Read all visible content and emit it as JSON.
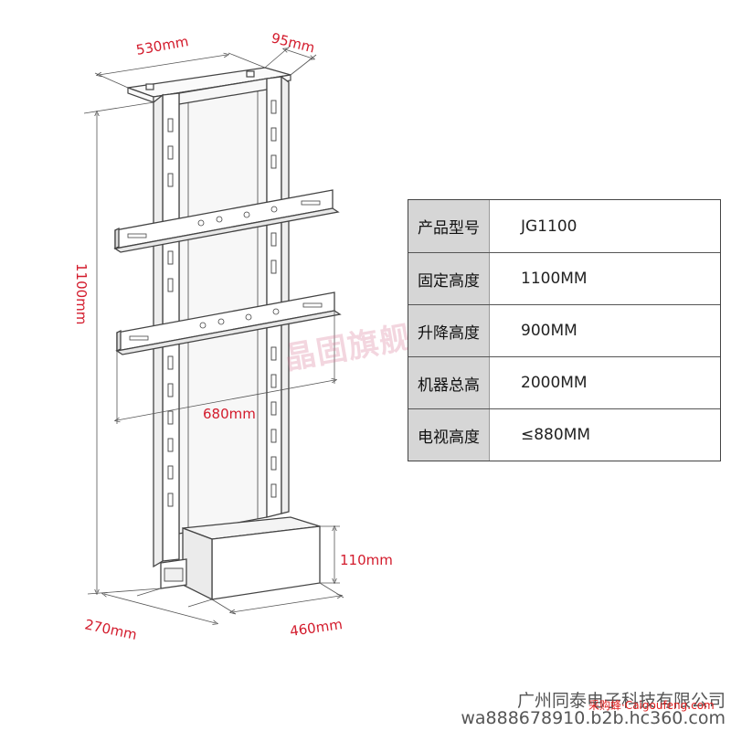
{
  "dimensions": {
    "top_width": "530mm",
    "top_depth": "95mm",
    "total_height": "1100mm",
    "bracket_width": "680mm",
    "base_height": "110mm",
    "base_depth": "270mm",
    "base_width": "460mm"
  },
  "spec_table": {
    "rows": [
      {
        "label": "产品型号",
        "value": "JG1100"
      },
      {
        "label": "固定高度",
        "value": "1100MM"
      },
      {
        "label": "升降高度",
        "value": "900MM"
      },
      {
        "label": "机器总高",
        "value": "2000MM"
      },
      {
        "label": "电视高度",
        "value": "≤880MM"
      }
    ]
  },
  "watermark": "晶固旗舰店",
  "footer": {
    "company": "广州同泰电子科技有限公司",
    "url": "wa888678910.b2b.hc360.com",
    "source_stamp": "采购蜂·Caigoufeng.com"
  },
  "colors": {
    "dimension_text": "#d31b2c",
    "line": "#444444",
    "label_cell": "#d6d6d6"
  }
}
